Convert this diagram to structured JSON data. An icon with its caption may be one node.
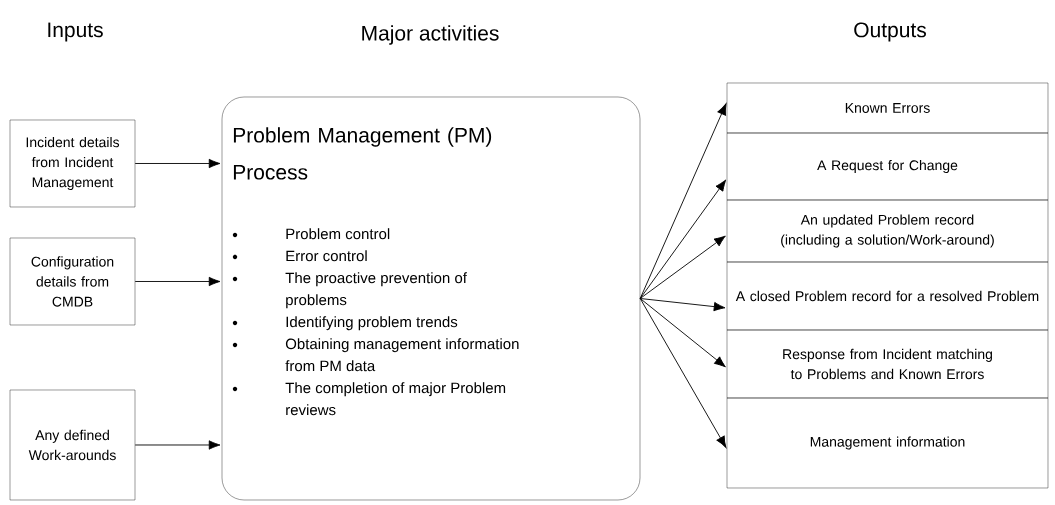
{
  "diagram": {
    "nodes": [
      {
        "text": [
          "Incident details from Incident Management"
        ]
      },
      {
        "text": [
          "Configuration details from CMDB"
        ]
      },
      {
        "text": [
          "Any defined Work-arounds"
        ]
      },
      {
        "text": [
          "Problem Management (PM) Process",
          "Problem control",
          "Error control",
          "The proactive prevention of problems",
          "Identifying problem trends",
          "Obtaining management information from PM data",
          "The completion of major Problem reviews"
        ]
      },
      {
        "text": [
          "Known Errors"
        ]
      },
      {
        "text": [
          "A Request for Change"
        ]
      },
      {
        "text": [
          "An updated Problem record (including a solution/Work-around)"
        ]
      },
      {
        "text": [
          "A closed Problem record for a resolved Problem"
        ]
      },
      {
        "text": [
          "Response from Incident matching to Problems and Known Errors"
        ]
      },
      {
        "text": [
          "Management information"
        ]
      }
    ],
    "edges": [
      {
        "from": 0,
        "to": 3,
        "arrow": "to"
      },
      {
        "from": 1,
        "to": 3,
        "arrow": "to"
      },
      {
        "from": 2,
        "to": 3,
        "arrow": "to"
      },
      {
        "from": 3,
        "to": 4,
        "arrow": "to"
      },
      {
        "from": 3,
        "to": 5,
        "arrow": "to"
      },
      {
        "from": 3,
        "to": 6,
        "arrow": "to"
      },
      {
        "from": 3,
        "to": 7,
        "arrow": "to"
      },
      {
        "from": 3,
        "to": 8,
        "arrow": "to"
      },
      {
        "from": 3,
        "to": 9,
        "arrow": "to"
      }
    ],
    "labels": [
      "Inputs",
      "Major activities",
      "Outputs"
    ]
  }
}
